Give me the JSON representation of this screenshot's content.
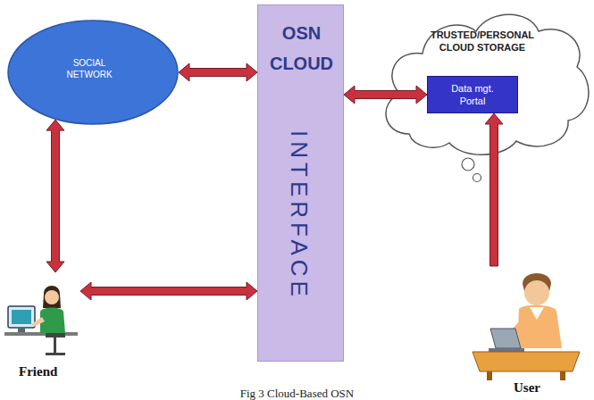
{
  "diagram": {
    "caption": "Fig 3 Cloud-Based OSN",
    "nodes": [
      {
        "text": [
          "SOCIAL NETWORK"
        ]
      },
      {
        "text": [
          "OSN CLOUD",
          "INTERFACE"
        ]
      },
      {
        "text": [
          "TRUSTED/PERSONAL CLOUD STORAGE"
        ]
      },
      {
        "text": [
          "Data mgt. Portal"
        ],
        "in": 2
      },
      {
        "text": [
          "Friend"
        ]
      },
      {
        "text": [
          "User"
        ]
      }
    ],
    "edges": [
      {
        "from": 0,
        "to": 1,
        "arrow": "both"
      },
      {
        "from": 1,
        "to": 3,
        "arrow": "both"
      },
      {
        "from": 0,
        "to": 4,
        "arrow": "both"
      },
      {
        "from": 4,
        "to": 1,
        "arrow": "both"
      },
      {
        "from": 5,
        "to": 3,
        "arrow": "to"
      }
    ]
  }
}
